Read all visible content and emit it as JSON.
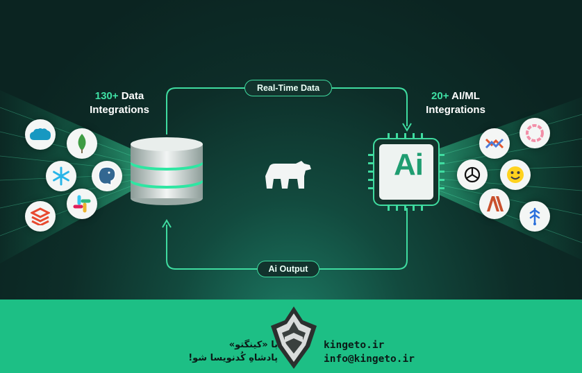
{
  "left_heading": {
    "accent": "130+",
    "text": " Data",
    "line2": "Integrations"
  },
  "right_heading": {
    "accent": "20+",
    "text": " AI/ML",
    "line2": "Integrations"
  },
  "top_pill": "Real-Time Data",
  "bottom_pill": "Ai Output",
  "chip_label": "Ai",
  "left_icons": [
    "salesforce-icon",
    "mongodb-icon",
    "snowflake-icon",
    "postgresql-icon",
    "databricks-icon",
    "slack-icon"
  ],
  "right_icons": [
    "zapier-like-icon",
    "ring-logo-icon",
    "openai-icon",
    "huggingface-icon",
    "anthropic-icon",
    "pinecone-icon"
  ],
  "footer": {
    "fa_line1": "با «کینگتو»",
    "fa_line2": "پادشاهِ کُدنویسا شو!",
    "site": "kingeto.ir",
    "email": "info@kingeto.ir"
  },
  "colors": {
    "accent": "#3fe0a4",
    "background": "#0b2421",
    "footer": "#1dbf85",
    "chip": "#1f9d71"
  }
}
